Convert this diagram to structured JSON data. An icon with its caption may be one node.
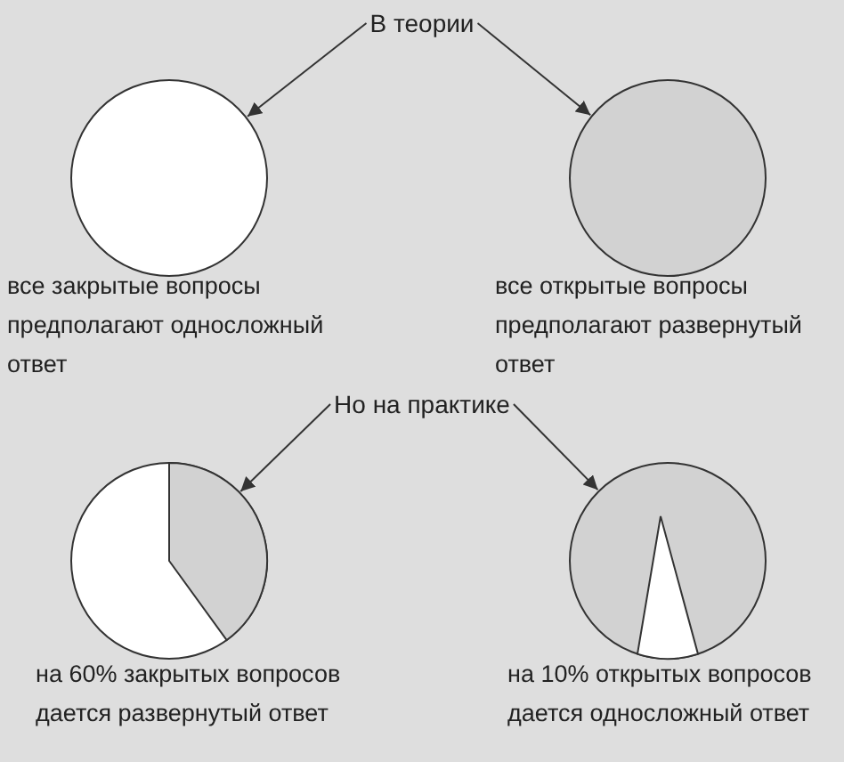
{
  "diagram": {
    "nodes": [
      {
        "text": [
          "В теории"
        ]
      },
      {
        "text": [],
        "shape": "circle",
        "beside": [
          "все закрытые вопросы предполагают односложный ответ"
        ]
      },
      {
        "text": [],
        "shape": "circle",
        "beside": [
          "все открытые вопросы предполагают развернутый ответ"
        ]
      },
      {
        "text": [
          "Но на практике"
        ]
      },
      {
        "text": [],
        "shape": "circle",
        "beside": [
          "на 60% закрытых вопросов дается развернутый ответ"
        ]
      },
      {
        "text": [],
        "shape": "circle",
        "beside": [
          "на 10% открытых вопросов дается односложный ответ"
        ]
      }
    ],
    "edges": [
      {
        "from": 0,
        "to": 1,
        "arrow": "to"
      },
      {
        "from": 0,
        "to": 2,
        "arrow": "to"
      },
      {
        "from": 3,
        "to": 4,
        "arrow": "to"
      },
      {
        "from": 3,
        "to": 5,
        "arrow": "to"
      }
    ]
  }
}
